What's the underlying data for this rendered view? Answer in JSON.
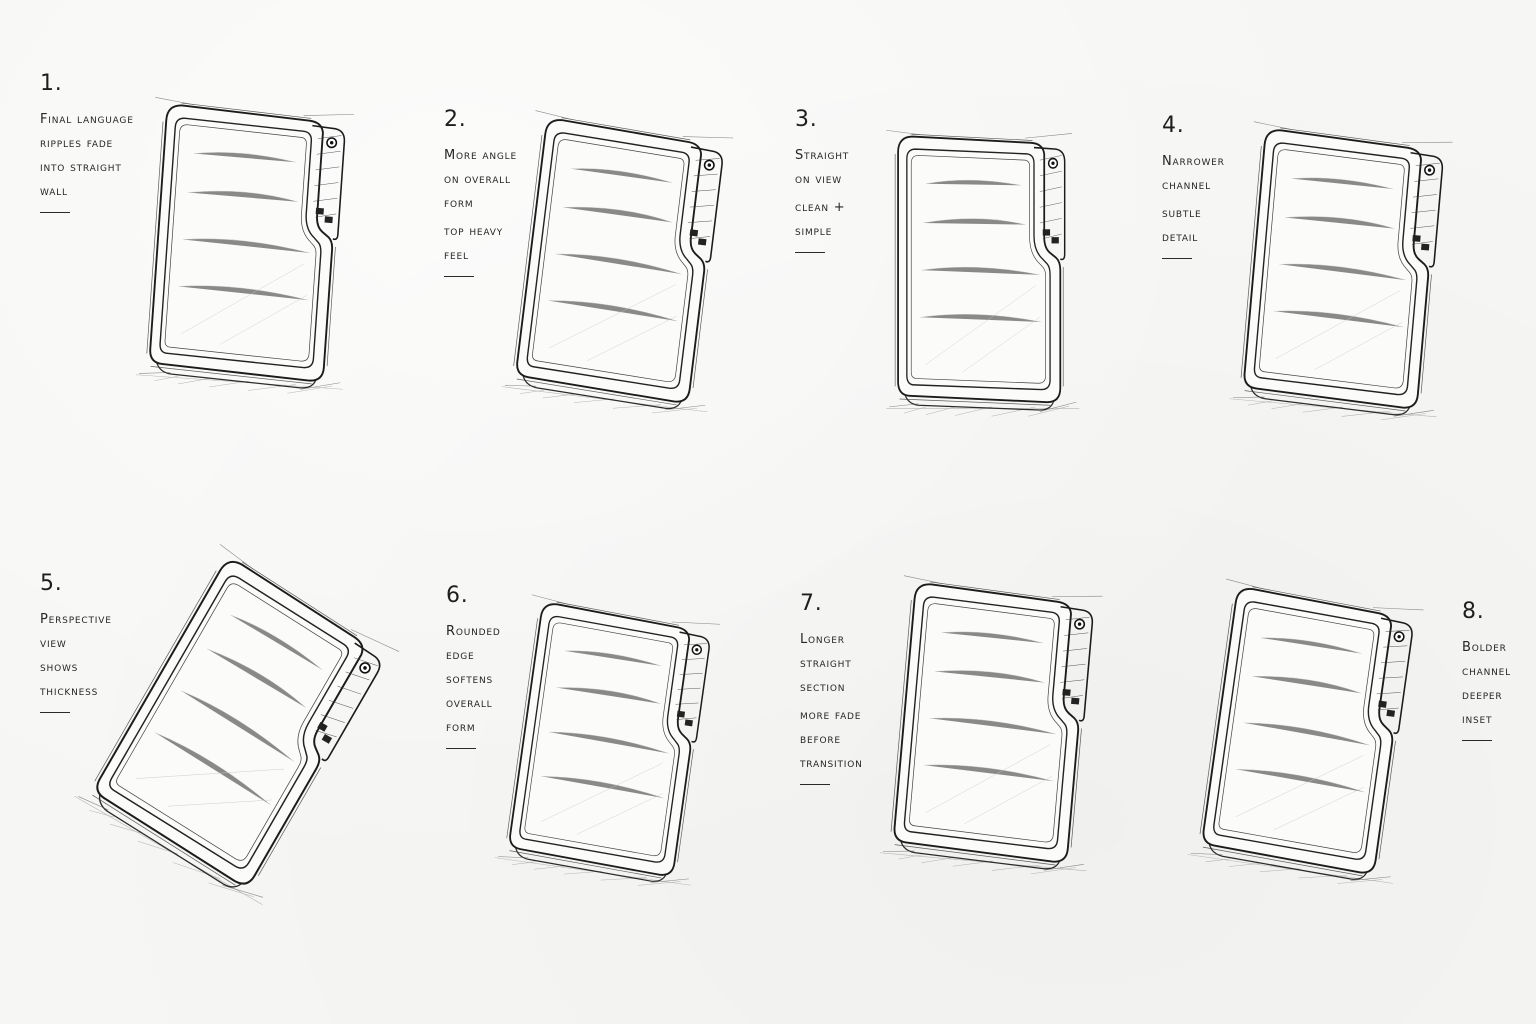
{
  "sketches": [
    {
      "number": "1.",
      "lines": [
        "Final language",
        "ripples fade",
        "into straight",
        "wall"
      ]
    },
    {
      "number": "2.",
      "lines": [
        "More angle",
        "on overall",
        "form",
        "top heavy",
        "feel"
      ]
    },
    {
      "number": "3.",
      "lines": [
        "Straight",
        "on view",
        "clean +",
        "simple"
      ]
    },
    {
      "number": "4.",
      "lines": [
        "Narrower",
        "channel",
        "subtle",
        "detail"
      ]
    },
    {
      "number": "5.",
      "lines": [
        "Perspective",
        "view",
        "shows",
        "thickness"
      ]
    },
    {
      "number": "6.",
      "lines": [
        "Rounded",
        "edge",
        "softens",
        "overall",
        "form"
      ]
    },
    {
      "number": "7.",
      "lines": [
        "Longer",
        "straight",
        "section",
        "more fade",
        "before",
        "transition"
      ]
    },
    {
      "number": "8.",
      "lines": [
        "Bolder",
        "channel",
        "deeper",
        "inset"
      ]
    }
  ],
  "colors": {
    "paper": "#f6f6f4",
    "ink": "#1c1c1c"
  }
}
